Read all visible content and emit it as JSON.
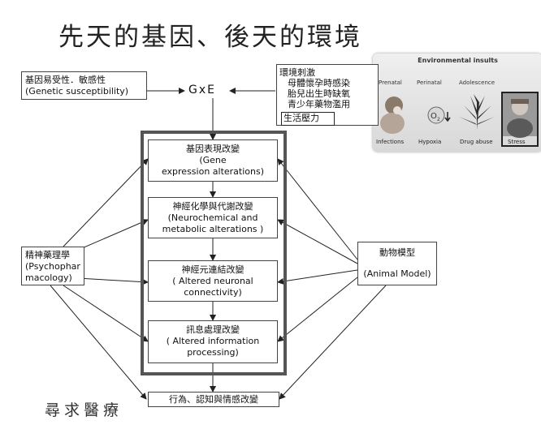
{
  "title": "先天的基因、後天的環境",
  "genetic": {
    "zh": "基因易受性．敏感性",
    "en": "(Genetic susceptibility)"
  },
  "gxe": "GxE",
  "stimulus": {
    "heading": "環境刺激",
    "items": [
      "母體懷孕時感染",
      "胎兒出生時缺氧",
      "青少年藥物濫用"
    ],
    "stress": "生活壓力"
  },
  "env_panel": {
    "title": "Environmental insults",
    "stages": [
      "Prenatal",
      "Perinatal",
      "Adolescence"
    ],
    "captions": [
      "Infections",
      "Hypoxia",
      "Drug abuse",
      "Stress"
    ]
  },
  "steps": [
    {
      "zh": "基因表現改變",
      "en1": "(Gene",
      "en2": "expression alterations)"
    },
    {
      "zh": "神經化學與代謝改變",
      "en1": "(Neurochemical and",
      "en2": "metabolic alterations )"
    },
    {
      "zh": "神經元連結改變",
      "en1": "( Altered neuronal",
      "en2": "connectivity)"
    },
    {
      "zh": "訊息處理改變",
      "en1": "( Altered information",
      "en2": "processing)"
    }
  ],
  "outcome": "行為、認知與情感改變",
  "psycho": {
    "zh": "精神藥理學",
    "en1": "(Psychophar",
    "en2": "macology)"
  },
  "animal": {
    "zh": "動物模型",
    "en": "(Animal Model)"
  },
  "treatment": "尋求醫療"
}
